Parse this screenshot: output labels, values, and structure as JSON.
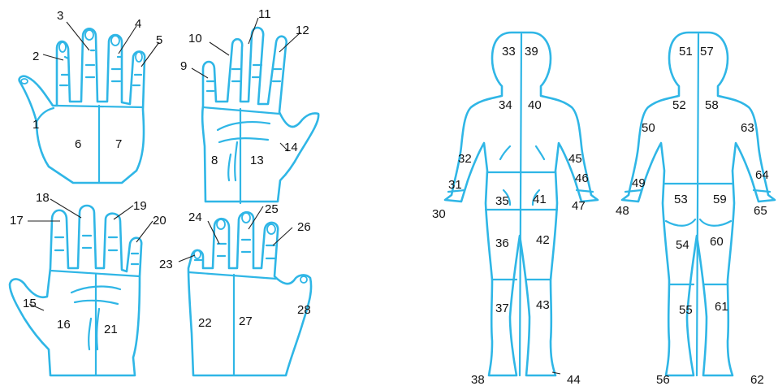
{
  "colors": {
    "outline": "#2fb6e6",
    "label": "#111111",
    "background": "#ffffff"
  },
  "labels": {
    "l1": "1",
    "l2": "2",
    "l3": "3",
    "l4": "4",
    "l5": "5",
    "l6": "6",
    "l7": "7",
    "l8": "8",
    "l9": "9",
    "l10": "10",
    "l11": "11",
    "l12": "12",
    "l13": "13",
    "l14": "14",
    "l15": "15",
    "l16": "16",
    "l17": "17",
    "l18": "18",
    "l19": "19",
    "l20": "20",
    "l21": "21",
    "l22": "22",
    "l23": "23",
    "l24": "24",
    "l25": "25",
    "l26": "26",
    "l27": "27",
    "l28": "28",
    "l30": "30",
    "l31": "31",
    "l32": "32",
    "l33": "33",
    "l34": "34",
    "l35": "35",
    "l36": "36",
    "l37": "37",
    "l38": "38",
    "l39": "39",
    "l40": "40",
    "l41": "41",
    "l42": "42",
    "l43": "43",
    "l44": "44",
    "l45": "45",
    "l46": "46",
    "l47": "47",
    "l48": "48",
    "l49": "49",
    "l50": "50",
    "l51": "51",
    "l52": "52",
    "l53": "53",
    "l54": "54",
    "l55": "55",
    "l56": "56",
    "l57": "57",
    "l58": "58",
    "l59": "59",
    "l60": "60",
    "l61": "61",
    "l62": "62",
    "l63": "63",
    "l64": "64",
    "l65": "65"
  }
}
